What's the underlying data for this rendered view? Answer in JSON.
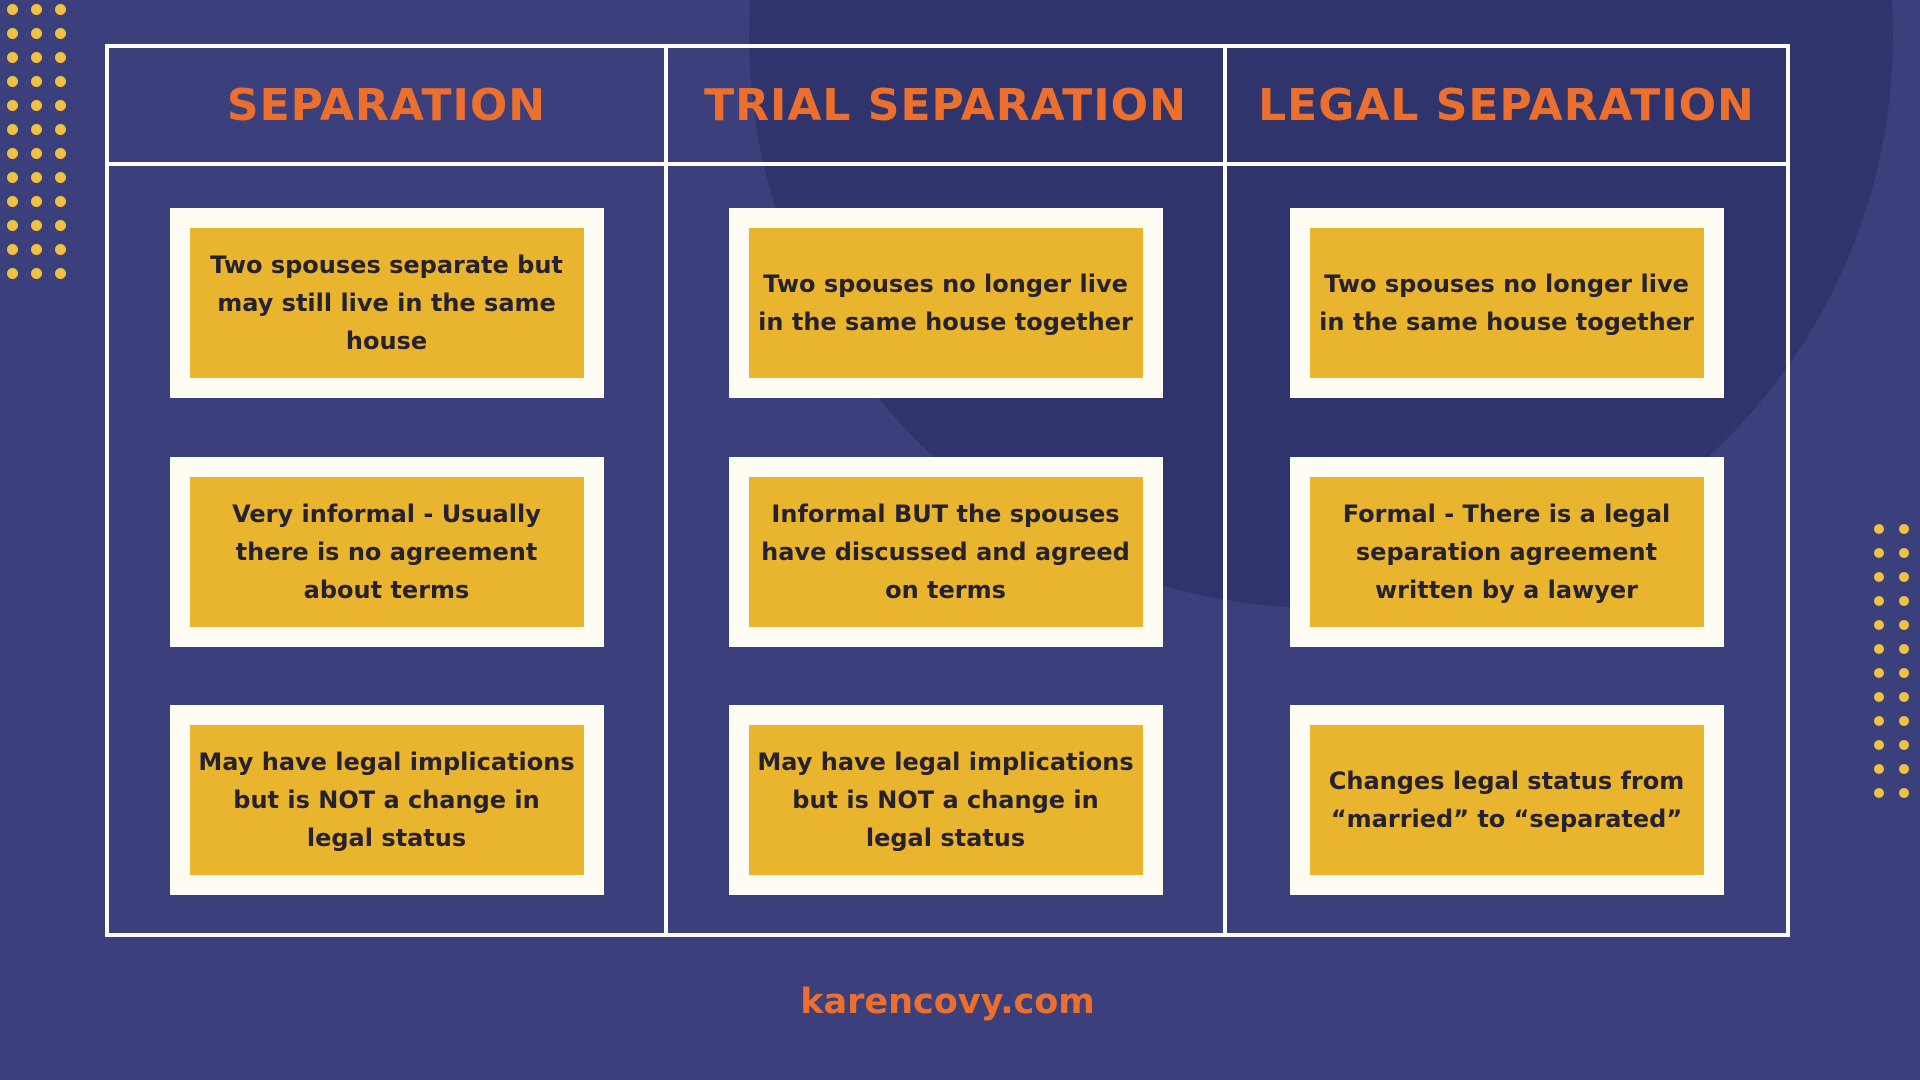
{
  "table": {
    "columns": [
      {
        "header": "SEPARATION",
        "cards": [
          "Two spouses separate but may still live in the same house",
          "Very informal - Usually there is no agreement about terms",
          "May have legal implications but is NOT a change in legal status"
        ]
      },
      {
        "header": "TRIAL SEPARATION",
        "cards": [
          "Two spouses no longer live in the same house together",
          "Informal BUT the spouses have discussed and agreed on terms",
          "May have legal implications but is NOT a change in legal status"
        ]
      },
      {
        "header": "LEGAL SEPARATION",
        "cards": [
          "Two spouses no longer live in the same house together",
          "Formal - There is a legal separation agreement written by a lawyer",
          "Changes legal status from “married” to “separated”"
        ]
      }
    ]
  },
  "footer": {
    "site_label": "karencovy.com"
  },
  "colors": {
    "background": "#3B407D",
    "background_circle": "#2F356C",
    "table_border": "#FBFBF7",
    "card_background": "#FFFDF3",
    "card_inner": "#E9B42E",
    "card_text": "#25222E",
    "accent_orange": "#ED6F2E",
    "dots": "#EFC241"
  },
  "decor": {
    "background_circle": "background-circle",
    "dots_top_left": {
      "rows": 12,
      "cols": 3
    },
    "dots_right": {
      "rows": 12,
      "cols": 2
    }
  }
}
